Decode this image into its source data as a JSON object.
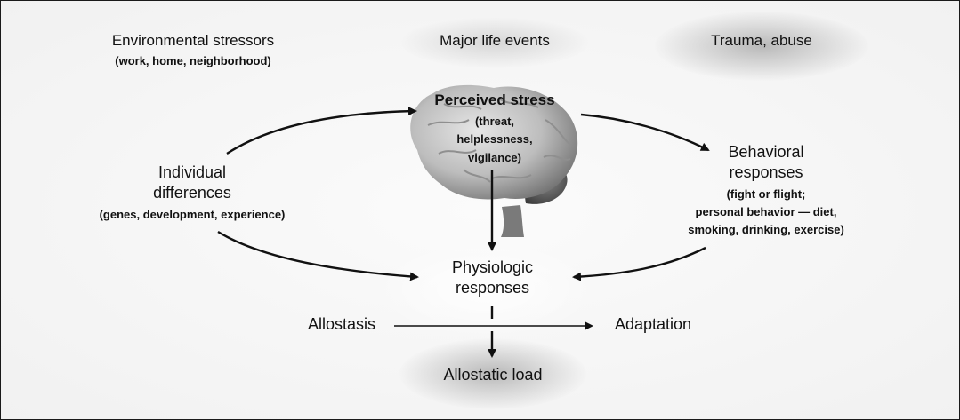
{
  "nodes": {
    "environmental_stressors": {
      "title": "Environmental stressors",
      "detail": "(work, home, neighborhood)"
    },
    "major_life_events": {
      "title": "Major life events"
    },
    "trauma_abuse": {
      "title": "Trauma, abuse"
    },
    "perceived_stress": {
      "title": "Perceived stress",
      "detail_1": "(threat,",
      "detail_2": "helplessness,",
      "detail_3": "vigilance)"
    },
    "individual_differences": {
      "title_1": "Individual",
      "title_2": "differences",
      "detail": "(genes, development, experience)"
    },
    "behavioral_responses": {
      "title_1": "Behavioral",
      "title_2": "responses",
      "detail_1": "(fight or flight;",
      "detail_2": "personal behavior — diet,",
      "detail_3": "smoking, drinking, exercise)"
    },
    "physiologic_responses": {
      "title_1": "Physiologic",
      "title_2": "responses"
    },
    "allostasis": {
      "title": "Allostasis"
    },
    "adaptation": {
      "title": "Adaptation"
    },
    "allostatic_load": {
      "title": "Allostatic load"
    }
  },
  "icons": {
    "brain": "brain-icon"
  },
  "colors": {
    "text": "#111111",
    "arrow": "#111111",
    "brain_light": "#c8c8c8",
    "brain_dark": "#4a4a4a"
  }
}
